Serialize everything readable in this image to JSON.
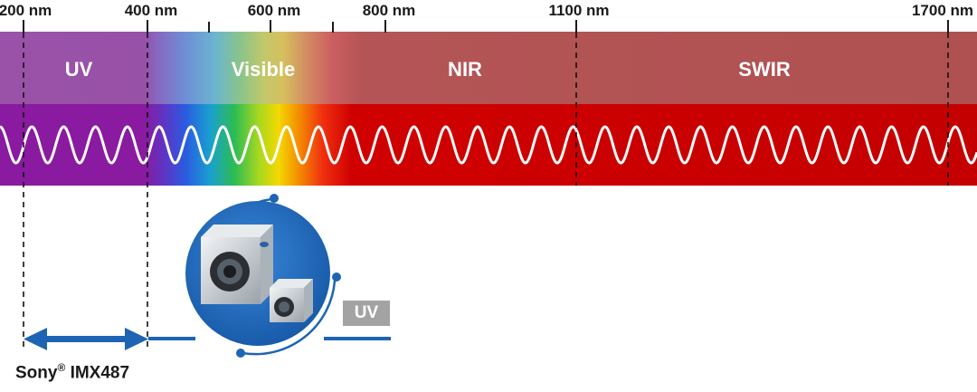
{
  "ticks": [
    {
      "label": "200 nm"
    },
    {
      "label": "400 nm"
    },
    {
      "label": "600 nm"
    },
    {
      "label": "800 nm"
    },
    {
      "label": "1100 nm"
    },
    {
      "label": "1700 nm"
    }
  ],
  "bands": [
    {
      "label": "UV",
      "color": "#9b52a8"
    },
    {
      "label": "Visible",
      "color": "#c27a88"
    },
    {
      "label": "NIR",
      "color": "#b45456"
    },
    {
      "label": "SWIR",
      "color": "#b05152"
    }
  ],
  "sensor": {
    "name": "Sony",
    "mark": "®",
    "model": "IMX487"
  },
  "badge": {
    "label": "UV"
  },
  "colors": {
    "accent_blue": "#1e64b4",
    "wave_line": "#ffffff",
    "deep_red": "#c70000",
    "violet": "#8a1aa0"
  }
}
